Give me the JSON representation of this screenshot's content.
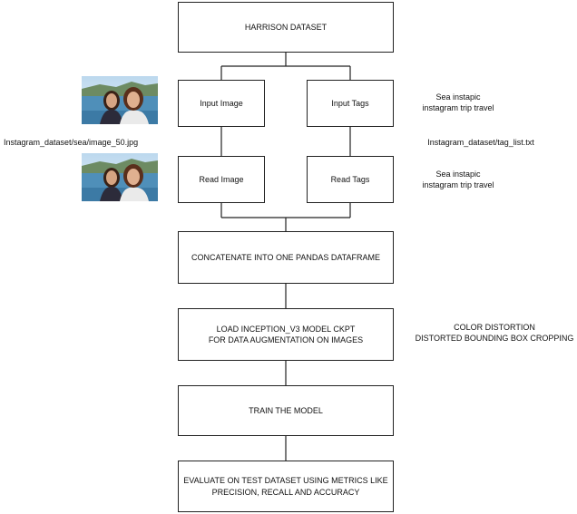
{
  "boxes": {
    "harrison": "HARRISON DATASET",
    "input_image": "Input Image",
    "input_tags": "Input Tags",
    "read_image": "Read Image",
    "read_tags": "Read Tags",
    "concatenate": "CONCATENATE INTO ONE PANDAS DATAFRAME",
    "load_line1": "LOAD INCEPTION_V3 MODEL CKPT",
    "load_line2": "FOR DATA AUGMENTATION ON IMAGES",
    "train": "TRAIN THE MODEL",
    "evaluate_line1": "EVALUATE ON TEST DATASET USING METRICS LIKE",
    "evaluate_line2": "PRECISION, RECALL AND ACCURACY"
  },
  "notes": {
    "tags_top_line1": "Sea instapic",
    "tags_top_line2": "instagram trip travel",
    "image_path": "Instagram_dataset/sea/image_50.jpg",
    "tag_path": "Instagram_dataset/tag_list.txt",
    "tags_bottom_line1": "Sea instapic",
    "tags_bottom_line2": "instagram trip travel",
    "aug_line1": "COLOR DISTORTION",
    "aug_line2": "DISTORTED BOUNDING BOX CROPPING"
  },
  "images": [
    {
      "description_icon": "photo-thumbnail"
    },
    {
      "description_icon": "photo-thumbnail"
    }
  ]
}
